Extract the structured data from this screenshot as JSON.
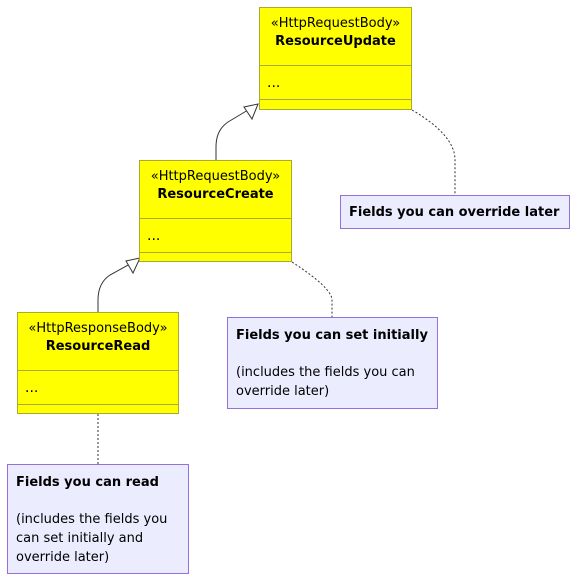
{
  "classes": {
    "update": {
      "stereotype": "«HttpRequestBody»",
      "name": "ResourceUpdate",
      "members": "..."
    },
    "create": {
      "stereotype": "«HttpRequestBody»",
      "name": "ResourceCreate",
      "members": "..."
    },
    "read": {
      "stereotype": "«HttpResponseBody»",
      "name": "ResourceRead",
      "members": "..."
    }
  },
  "notes": {
    "override": {
      "title": "Fields you can override later",
      "text": ""
    },
    "set_initially": {
      "title": "Fields you can set initially",
      "text": "(includes the fields you can override later)"
    },
    "read": {
      "title": "Fields you can read",
      "text": "(includes the fields you can set initially and override later)"
    }
  },
  "colors": {
    "class_fill": "#ffff00",
    "class_border": "#aaaa33",
    "note_fill": "#ececff",
    "note_border": "#9370db"
  }
}
